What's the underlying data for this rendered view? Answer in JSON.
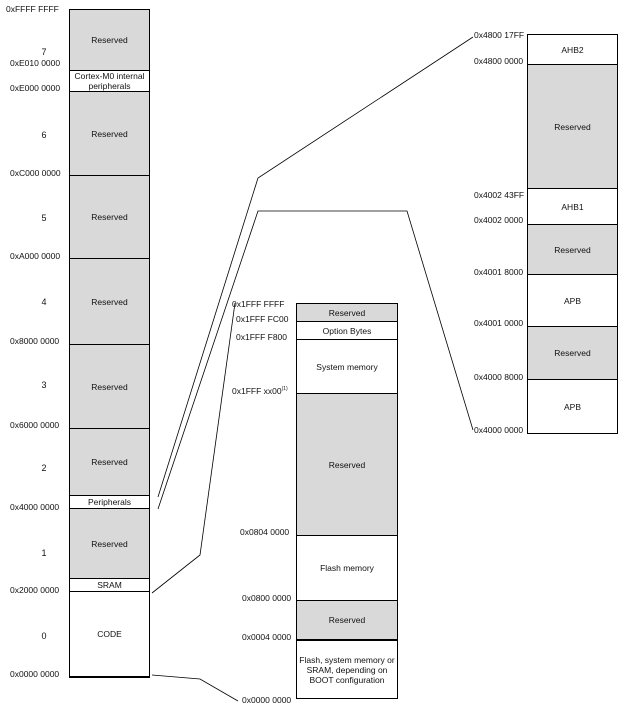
{
  "left_map": {
    "addresses": {
      "top": "0xFFFF FFFF",
      "e010": "0xE010 0000",
      "e000": "0xE000 0000",
      "c000": "0xC000 0000",
      "a000": "0xA000 0000",
      "8000": "0x8000 0000",
      "6000": "0x6000 0000",
      "4000": "0x4000 0000",
      "2000": "0x2000 0000",
      "0000": "0x0000 0000"
    },
    "regions": {
      "r7": "7",
      "r6": "6",
      "r5": "5",
      "r4": "4",
      "r3": "3",
      "r2": "2",
      "r1": "1",
      "r0": "0"
    },
    "blocks": {
      "reserved": "Reserved",
      "cortex": "Cortex-M0 internal peripherals",
      "peripherals": "Peripherals",
      "sram": "SRAM",
      "code": "CODE"
    }
  },
  "code_map": {
    "addresses": {
      "a1": "0x1FFF FFFF",
      "a2": "0x1FFF FC00",
      "a3": "0x1FFF F800",
      "a4": "0x1FFF xx00",
      "a4_note": "(1)",
      "a5": "0x0804 0000",
      "a6": "0x0800 0000",
      "a7": "0x0004 0000",
      "a8": "0x0000 0000"
    },
    "blocks": {
      "reserved": "Reserved",
      "option_bytes": "Option Bytes",
      "system_memory": "System memory",
      "flash_memory": "Flash memory",
      "boot_alias": "Flash, system memory or SRAM, depending on BOOT configuration"
    }
  },
  "periph_map": {
    "addresses": {
      "p1": "0x4800 17FF",
      "p2": "0x4800 0000",
      "p3": "0x4002 43FF",
      "p4": "0x4002 0000",
      "p5": "0x4001 8000",
      "p6": "0x4001 0000",
      "p7": "0x4000 8000",
      "p8": "0x4000 0000"
    },
    "blocks": {
      "ahb2": "AHB2",
      "reserved": "Reserved",
      "ahb1": "AHB1",
      "apb": "APB"
    }
  }
}
